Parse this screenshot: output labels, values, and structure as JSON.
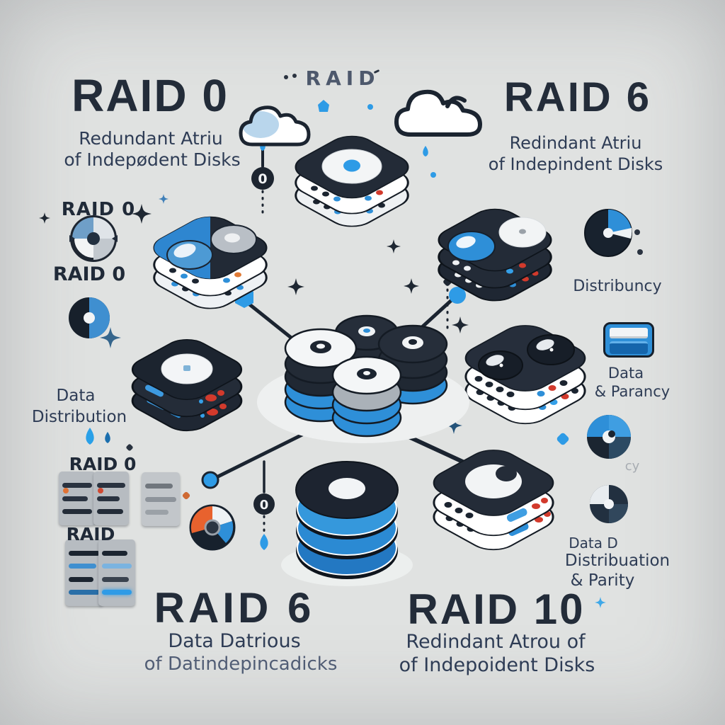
{
  "scene": {
    "background": "#e0e2e1"
  },
  "palette": {
    "ink": "#232c39",
    "subtitle": "#2e3c55",
    "muted": "#4d586c",
    "blue": "#2e8fd8",
    "dark": "#1d2530",
    "white": "#f4f6f7",
    "orange": "#e8622e",
    "red": "#d23a2c"
  },
  "headers": {
    "top_center": "RAID",
    "top_left": {
      "title": "RAID 0",
      "line1": "Redundant Atriu",
      "line2": "of Indepødent Disks"
    },
    "top_right": {
      "title": "RAID 6",
      "line1": "Redindant Atriu",
      "line2": "of Indepindent Disks"
    },
    "bottom_left": {
      "title": "RAID 6",
      "line1": "Data Datrious",
      "line2": "of Datindepincadicks"
    },
    "bottom_right": {
      "title": "RAID 10",
      "line1": "Redindant Atrou of",
      "line2": "of Indepoident Disks"
    }
  },
  "side_labels": {
    "left_raid0_a": "RAID 0",
    "left_raid0_b": "RAID 0",
    "left_data": {
      "line1": "Data",
      "line2": "Distribution"
    },
    "left_raid0_c": "RAID 0",
    "left_raid_d": "RAID",
    "right_distribuncy": "Distribuncy",
    "right_data_parity_1": {
      "line1": "Data",
      "line2": "& Parancy"
    },
    "right_faint": "cy",
    "right_data_parity_2": {
      "line1": "Data D",
      "line2": "Distribuation",
      "line3": "& Parity"
    }
  },
  "nodes": {
    "top_zero": "0",
    "bottom_zero": "0"
  }
}
